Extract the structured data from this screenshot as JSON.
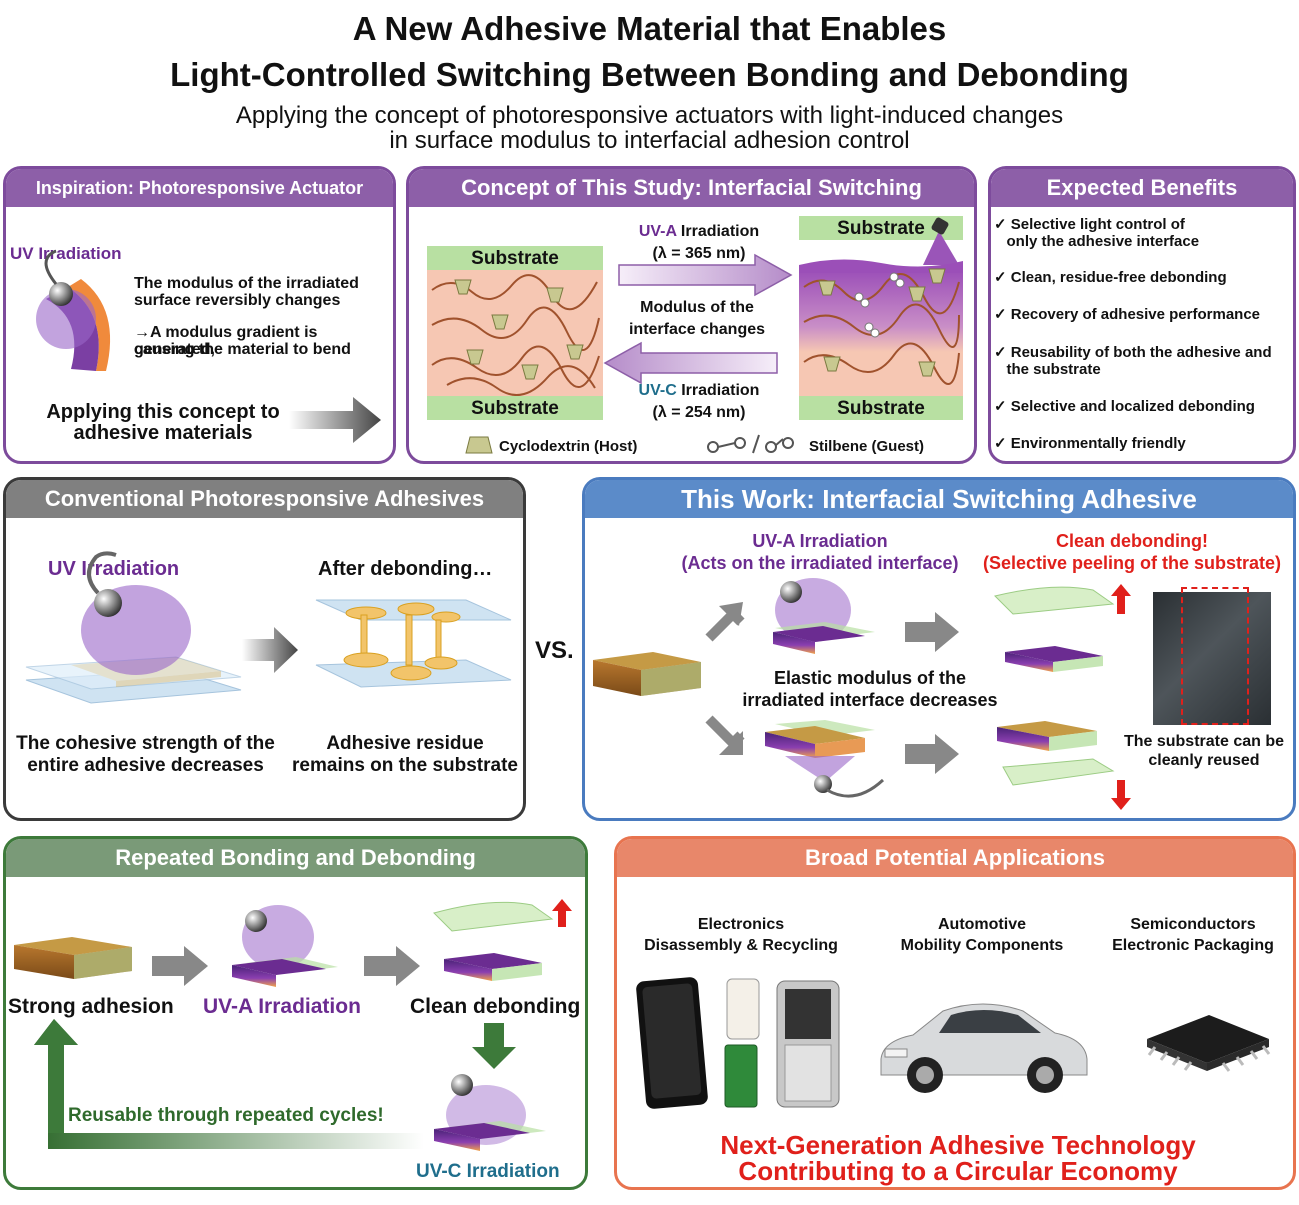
{
  "header": {
    "title_line1": "A New Adhesive Material that Enables",
    "title_line2": "Light-Controlled Switching Between Bonding and Debonding",
    "subtitle_line1": "Applying the concept of photoresponsive actuators with light-induced changes",
    "subtitle_line2": "in surface modulus to interfacial adhesion control"
  },
  "inspiration": {
    "title": "Inspiration: Photoresponsive Actuator",
    "uv_label": "UV Irradiation",
    "desc1a": "The modulus of the irradiated",
    "desc1b": "surface reversibly changes",
    "desc2a": "→A modulus gradient is generated,",
    "desc2b": "causing the material to bend",
    "apply_a": "Applying this concept to",
    "apply_b": "adhesive materials"
  },
  "concept": {
    "title": "Concept of This Study: Interfacial Switching",
    "substrate": "Substrate",
    "uva_prefix": "UV-A",
    "uva_suffix": " Irradiation",
    "uva_wl": "(λ = 365 nm)",
    "modulus_a": "Modulus of the",
    "modulus_b": "interface changes",
    "uvc_prefix": "UV-C",
    "uvc_suffix": " Irradiation",
    "uvc_wl": "(λ = 254 nm)",
    "legend_host": "Cyclodextrin (Host)",
    "legend_guest": "Stilbene (Guest)"
  },
  "benefits": {
    "title": "Expected Benefits",
    "items": [
      [
        "✓ Selective light control of",
        "   only the adhesive interface"
      ],
      [
        "✓ Clean, residue-free debonding"
      ],
      [
        "✓ Recovery of adhesive performance"
      ],
      [
        "✓ Reusability of both the adhesive and",
        "   the substrate"
      ],
      [
        "✓ Selective and localized debonding"
      ],
      [
        "✓ Environmentally friendly"
      ]
    ]
  },
  "conventional": {
    "title": "Conventional Photoresponsive Adhesives",
    "uv_label": "UV Irradiation",
    "after_label": "After debonding…",
    "cap1a": "The cohesive strength of the",
    "cap1b": "entire adhesive decreases",
    "cap2a": "Adhesive residue",
    "cap2b": "remains on the substrate"
  },
  "vs": "VS.",
  "thiswork": {
    "title": "This Work: Interfacial Switching Adhesive",
    "uva_a": "UV-A Irradiation",
    "uva_b": "(Acts on the irradiated interface)",
    "clean_a": "Clean debonding!",
    "clean_b": "(Selective peeling of the substrate)",
    "elastic_a": "Elastic modulus of the",
    "elastic_b": "irradiated interface decreases",
    "reuse_a": "The substrate can be",
    "reuse_b": "cleanly reused"
  },
  "repeated": {
    "title": "Repeated Bonding and Debonding",
    "strong": "Strong adhesion",
    "uva": "UV-A Irradiation",
    "clean": "Clean debonding",
    "reusable": "Reusable through repeated cycles!",
    "uvc": "UV-C Irradiation"
  },
  "applications": {
    "title": "Broad Potential Applications",
    "app1a": "Electronics",
    "app1b": "Disassembly & Recycling",
    "app2a": "Automotive",
    "app2b": "Mobility Components",
    "app3a": "Semiconductors",
    "app3b": "Electronic Packaging",
    "footer_a": "Next-Generation Adhesive Technology",
    "footer_b": "Contributing to a Circular Economy"
  }
}
